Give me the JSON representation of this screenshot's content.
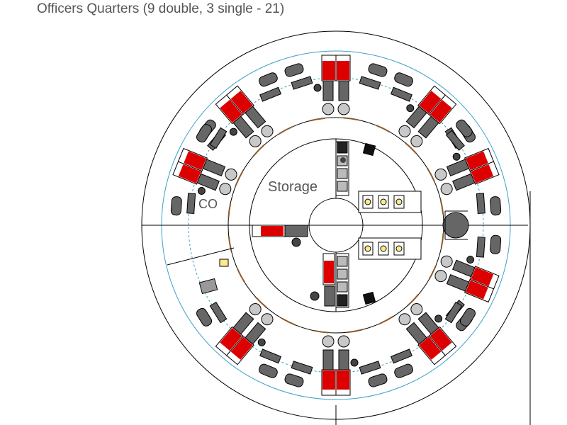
{
  "title": "Officers Quarters (9 double, 3 single - 21)",
  "labels": {
    "storage": "Storage",
    "co": "CO"
  },
  "colors": {
    "bed_red": "#dd0000",
    "furniture_gray": "#666666",
    "chair_gray": "#c8c8c8",
    "wall": "#000000",
    "blue_ring": "#3d9fc8",
    "brown_door": "#8b5a2b"
  }
}
